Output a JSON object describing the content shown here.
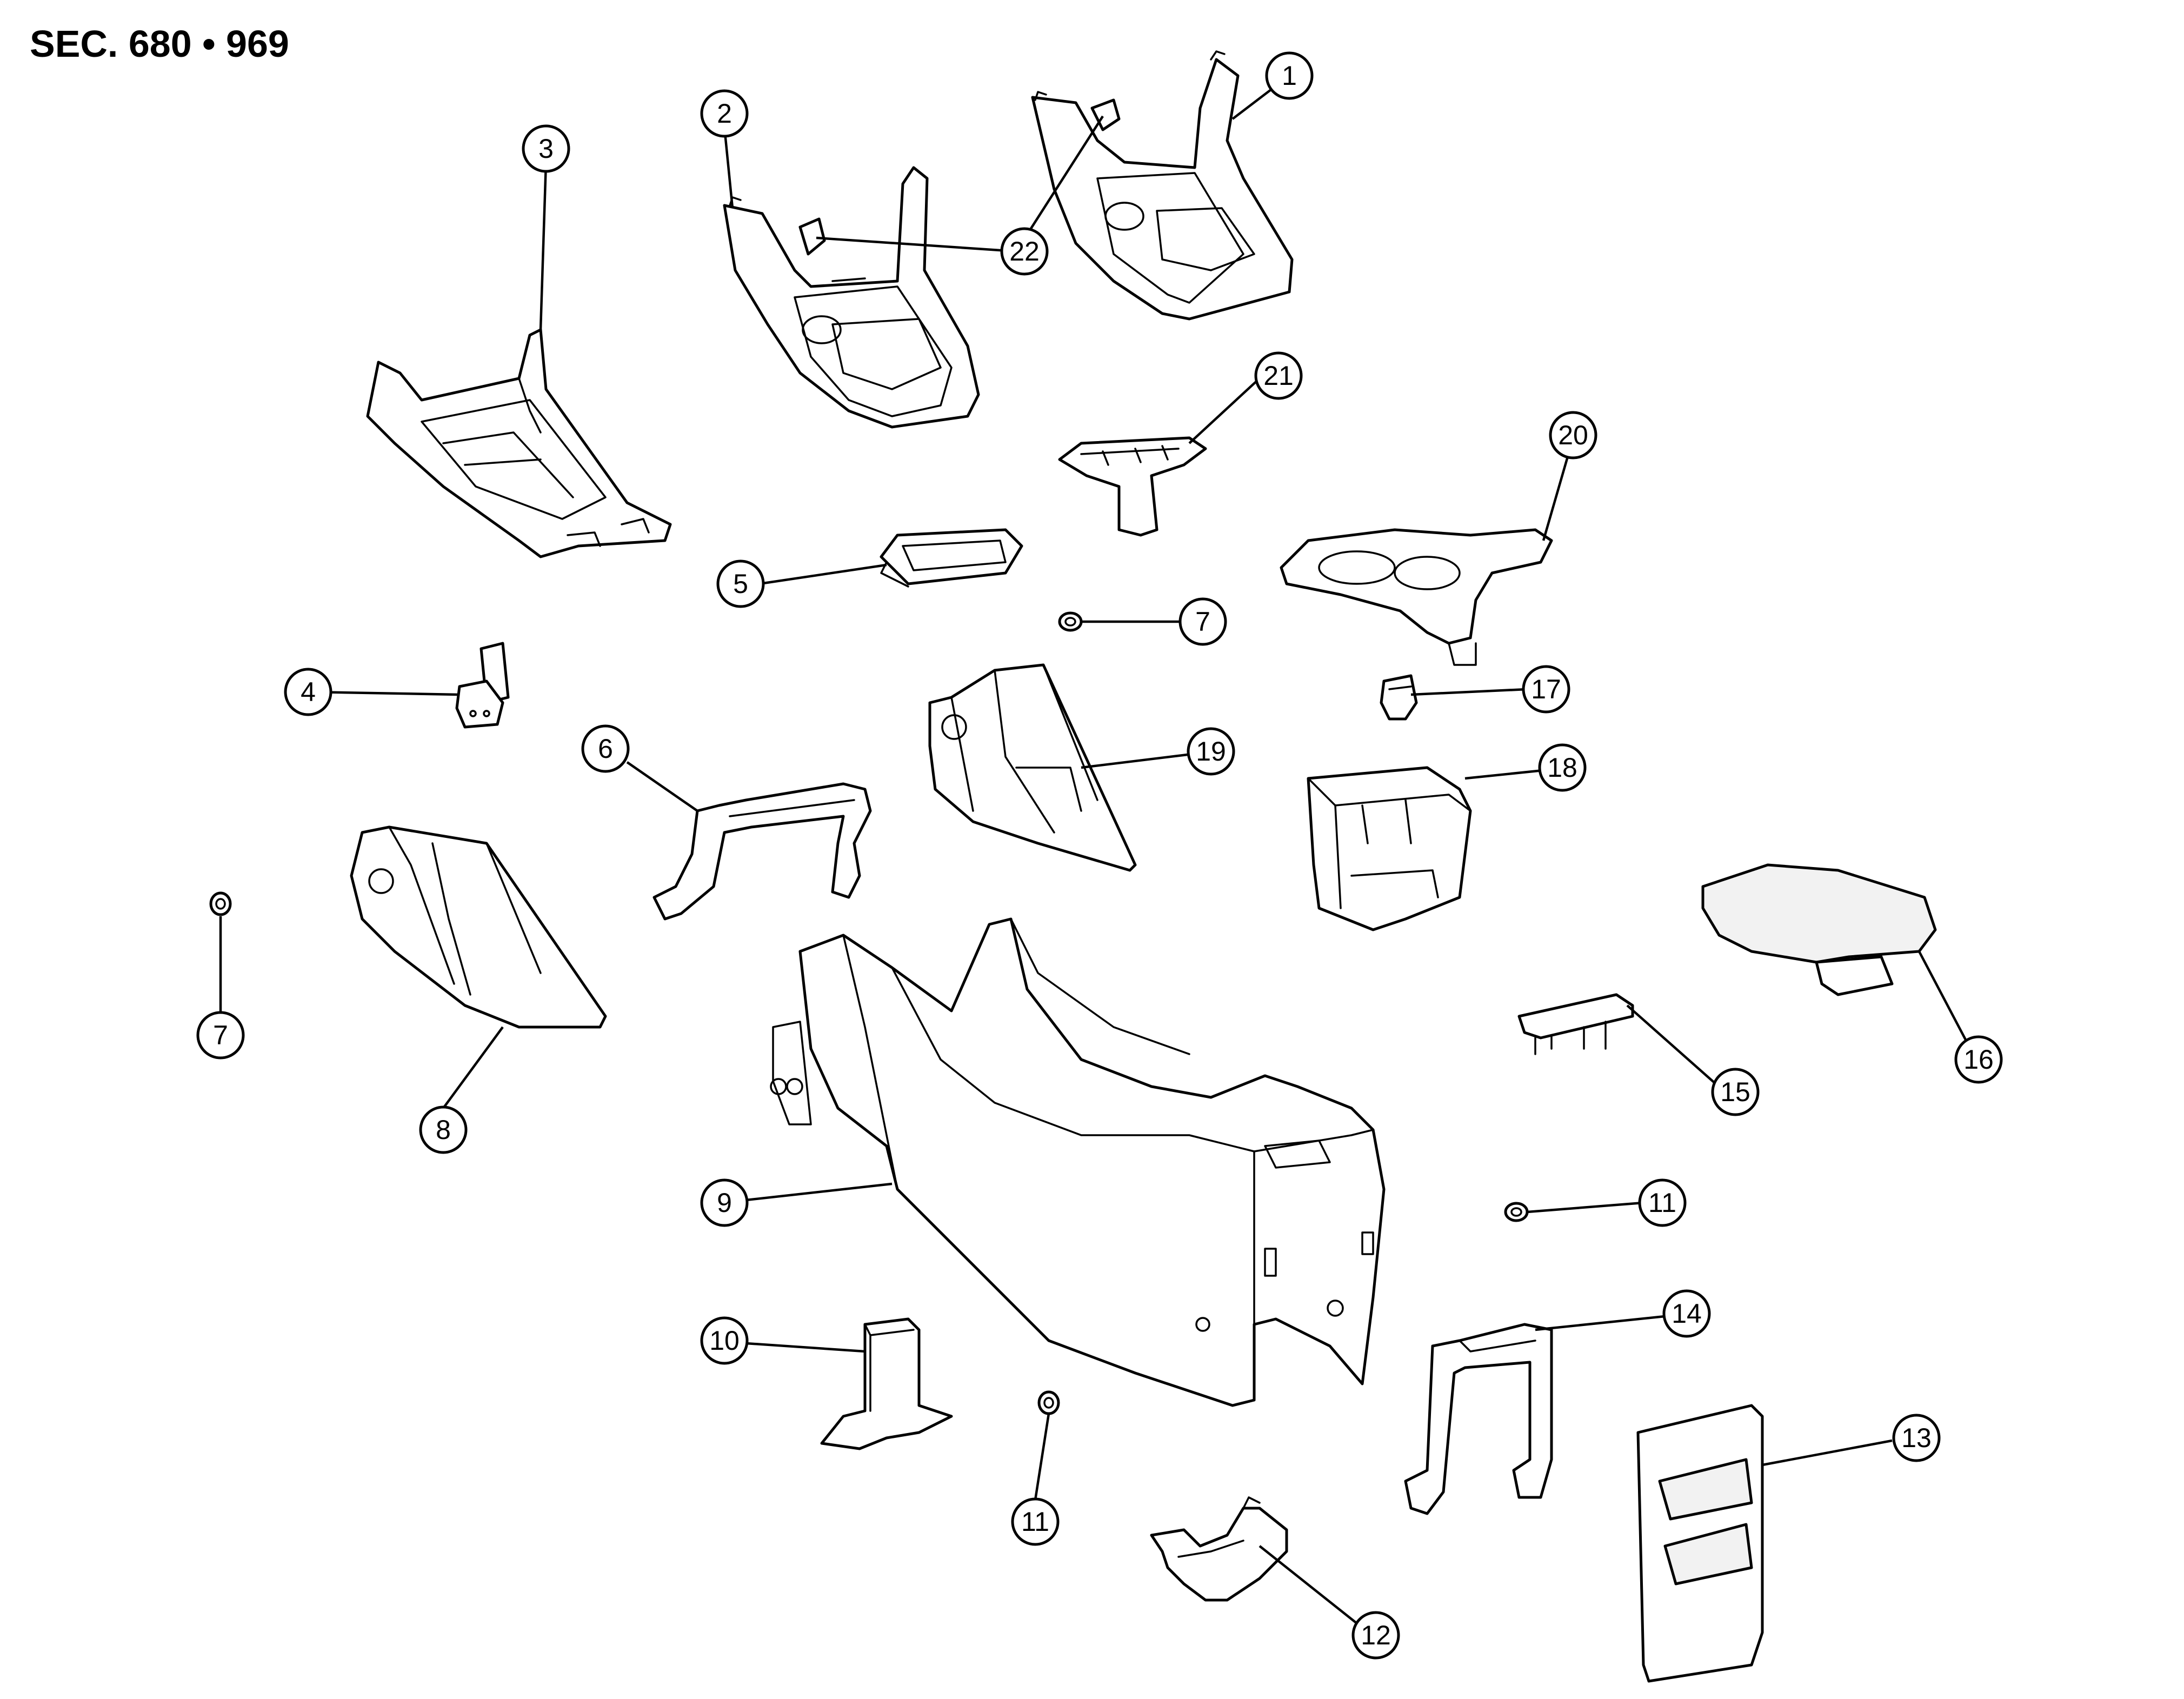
{
  "header": {
    "section_ref": "SEC. 680 • 969"
  },
  "callouts": [
    {
      "id": "c1",
      "label": "1"
    },
    {
      "id": "c2",
      "label": "2"
    },
    {
      "id": "c3",
      "label": "3"
    },
    {
      "id": "c4",
      "label": "4"
    },
    {
      "id": "c5",
      "label": "5"
    },
    {
      "id": "c6",
      "label": "6"
    },
    {
      "id": "c7a",
      "label": "7"
    },
    {
      "id": "c7b",
      "label": "7"
    },
    {
      "id": "c8",
      "label": "8"
    },
    {
      "id": "c9",
      "label": "9"
    },
    {
      "id": "c10",
      "label": "10"
    },
    {
      "id": "c11a",
      "label": "11"
    },
    {
      "id": "c11b",
      "label": "11"
    },
    {
      "id": "c12",
      "label": "12"
    },
    {
      "id": "c13",
      "label": "13"
    },
    {
      "id": "c14",
      "label": "14"
    },
    {
      "id": "c15",
      "label": "15"
    },
    {
      "id": "c16",
      "label": "16"
    },
    {
      "id": "c17",
      "label": "17"
    },
    {
      "id": "c18",
      "label": "18"
    },
    {
      "id": "c19",
      "label": "19"
    },
    {
      "id": "c20",
      "label": "20"
    },
    {
      "id": "c21",
      "label": "21"
    },
    {
      "id": "c22a",
      "label": "22"
    }
  ]
}
